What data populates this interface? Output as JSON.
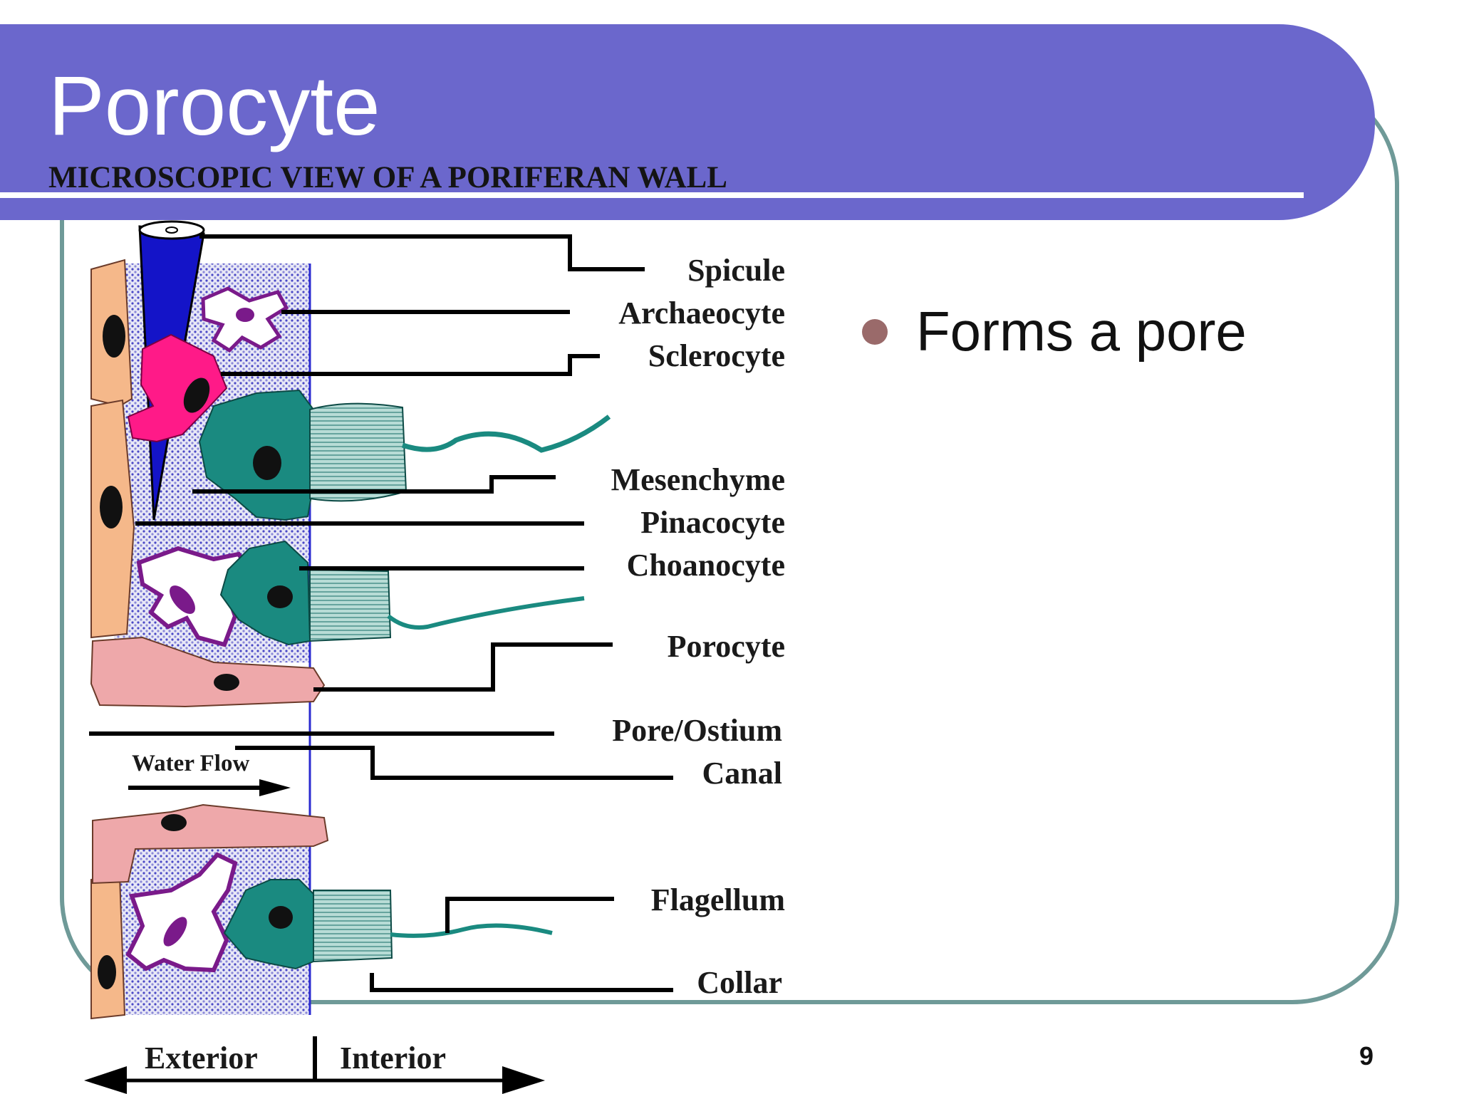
{
  "slide": {
    "title": "Porocyte",
    "page_number": "9",
    "accent_color": "#6b67cc",
    "frame_color": "#6f9a98"
  },
  "diagram": {
    "heading": "MICROSCOPIC VIEW OF A PORIFERAN WALL",
    "labels": {
      "spicule": "Spicule",
      "archaeocyte": "Archaeocyte",
      "sclerocyte": "Sclerocyte",
      "mesenchyme": "Mesenchyme",
      "pinacocyte": "Pinacocyte",
      "choanocyte": "Choanocyte",
      "porocyte": "Porocyte",
      "pore_ostium": "Pore/Ostium",
      "canal": "Canal",
      "flagellum": "Flagellum",
      "collar": "Collar",
      "water_flow": "Water Flow",
      "exterior": "Exterior",
      "interior": "Interior"
    }
  },
  "bullets": [
    {
      "text": "Forms a pore"
    }
  ]
}
